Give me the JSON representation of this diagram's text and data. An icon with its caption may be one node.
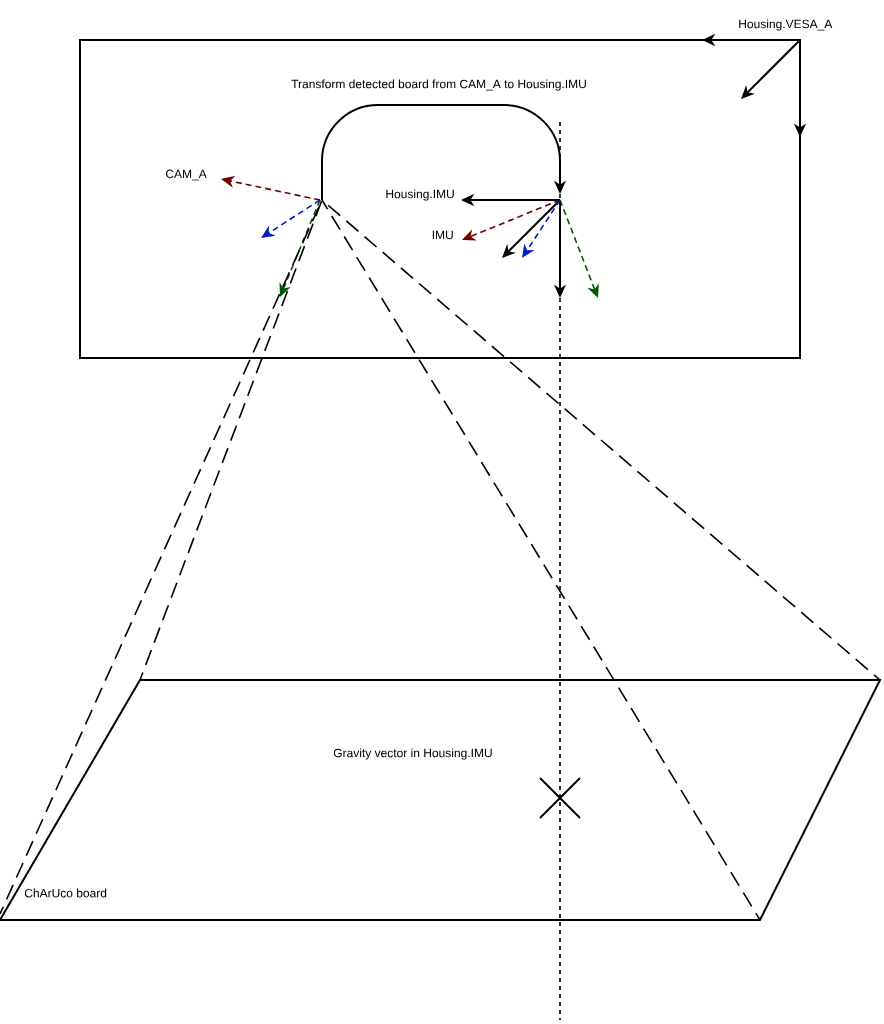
{
  "diagram": {
    "nodes": [
      {
        "text": [],
        "shape": "box"
      },
      {
        "text": [],
        "shape": "picture",
        "in": 0,
        "beside": [
          "CAM_A"
        ]
      },
      {
        "text": [],
        "shape": "picture",
        "in": 0,
        "beside": [
          "Housing.IMU",
          "IMU"
        ]
      },
      {
        "text": [
          "ChArUco board"
        ]
      }
    ],
    "edges": [
      {
        "from": 1,
        "to": 2,
        "arrow": "to",
        "label": "Transform detected board from CAM_A to Housing.IMU"
      },
      {
        "from": 1,
        "to": 3,
        "arrow": "none",
        "style": "dashed"
      },
      {
        "from": 1,
        "to": 3,
        "arrow": "none",
        "style": "dashed"
      },
      {
        "from": 1,
        "to": 3,
        "arrow": "none",
        "style": "dashed"
      },
      {
        "from": 1,
        "to": 3,
        "arrow": "none",
        "style": "dashed"
      }
    ],
    "labels": [
      "Housing.VESA_A",
      "Gravity vector in Housing.IMU"
    ]
  }
}
